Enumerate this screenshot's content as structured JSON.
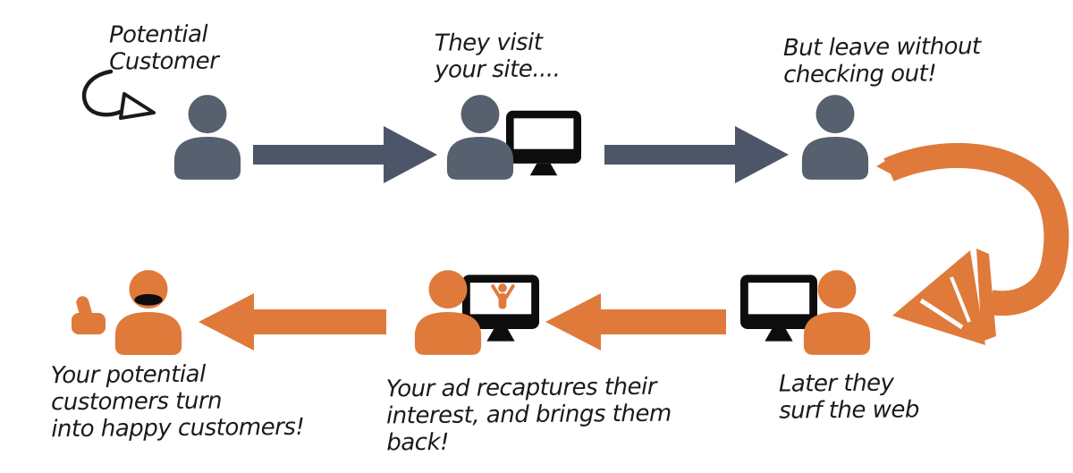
{
  "title": "Retargeting ads customer flow diagram",
  "colors": {
    "person_gray": "#56606F",
    "arrow_gray": "#4C5668",
    "orange": "#DF7A3B",
    "ink": "#1A1A1A",
    "monitor_black": "#0D0D0D",
    "screen_white": "#FFFFFF",
    "background": "#FFFFFF"
  },
  "steps": [
    {
      "id": "potential-customer",
      "label": "Potential\nCustomer"
    },
    {
      "id": "visit-site",
      "label": "They visit\nyour site...."
    },
    {
      "id": "leave-without-checkout",
      "label": "But leave without\nchecking out!"
    },
    {
      "id": "surf-web",
      "label": "Later they\nsurf the web"
    },
    {
      "id": "ad-recaptures",
      "label": "Your ad recaptures their\ninterest, and brings them\nback!"
    },
    {
      "id": "happy-customers",
      "label": "Your potential\ncustomers turn\ninto happy customers!"
    }
  ],
  "icons": {
    "person": "person-silhouette-icon",
    "monitor": "computer-monitor-icon",
    "block_arrow_right": "block-arrow-right-icon",
    "block_arrow_left": "block-arrow-left-icon",
    "sketch_arrow": "hand-drawn-arrow-icon",
    "brush_arrow": "brush-curved-arrow-icon",
    "thumbs_up": "thumbs-up-icon",
    "ad_figure": "cheering-ad-figure-icon",
    "smile_mouth": "open-smile-mouth-icon"
  }
}
